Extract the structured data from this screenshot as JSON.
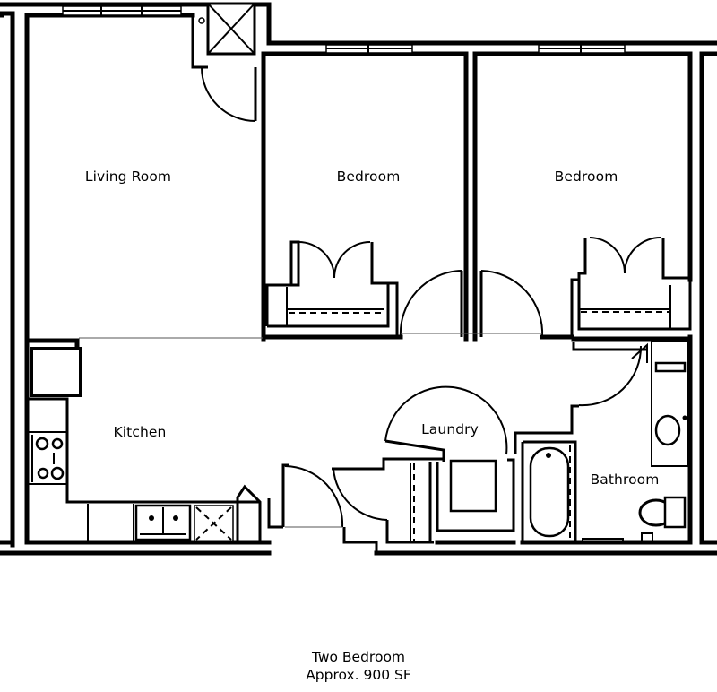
{
  "floorplan": {
    "title": "Two Bedroom",
    "area": "Approx. 900 SF",
    "rooms": {
      "living_room": "Living Room",
      "bedroom_1": "Bedroom",
      "bedroom_2": "Bedroom",
      "kitchen": "Kitchen",
      "laundry": "Laundry",
      "bathroom": "Bathroom"
    },
    "colors": {
      "walls": "#000000",
      "background": "#ffffff"
    }
  }
}
